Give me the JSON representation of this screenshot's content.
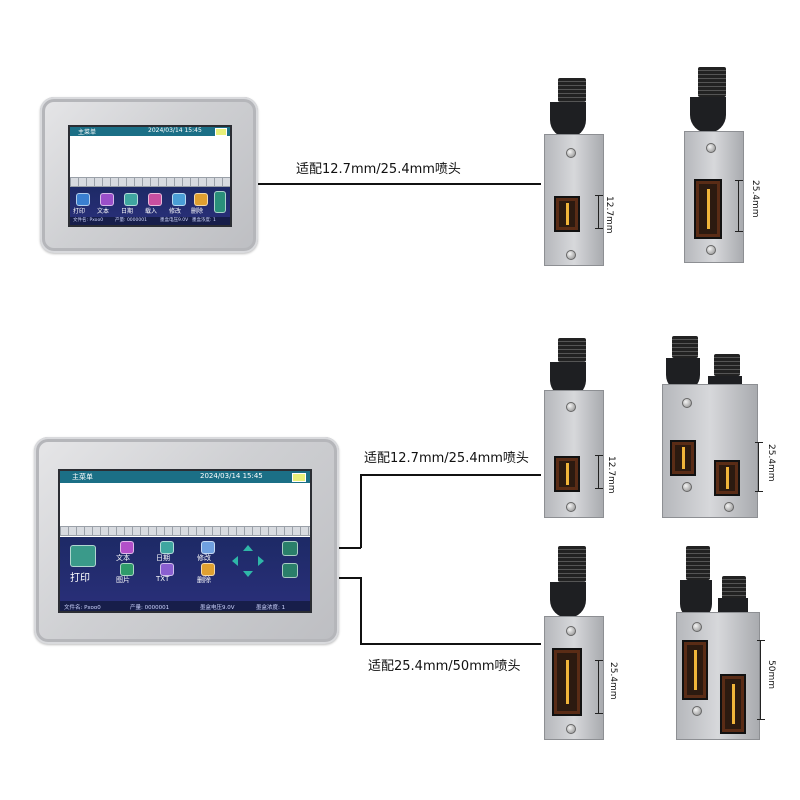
{
  "captions": {
    "top": "适配12.7mm/25.4mm喷头",
    "middle": "适配12.7mm/25.4mm喷头",
    "bottom": "适配25.4mm/50mm喷头"
  },
  "small_device": {
    "menu_title": "主菜单",
    "datetime": "2024/03/14  15:45",
    "buttons": [
      "打印",
      "文本",
      "日期",
      "载入",
      "修改",
      "删除"
    ],
    "status": {
      "file": "文件名: Pxoo0",
      "count": "产量: 0000001",
      "voltage": "墨盒电压9.0V",
      "density": "墨盒浓度: 1"
    }
  },
  "large_device": {
    "menu_title": "主菜单",
    "datetime": "2024/03/14  15:45",
    "print_label": "打印",
    "buttons": [
      "文本",
      "日期",
      "修改",
      "图片",
      "TXT",
      "删除"
    ],
    "status": {
      "file": "文件名: Pxoo0",
      "count": "产量: 0000001",
      "voltage": "墨盒电压9.0V",
      "density": "墨盒浓度: 1"
    }
  },
  "dimensions": {
    "d1": "12.7mm",
    "d2": "25.4mm",
    "d3": "12.7mm",
    "d4": "25.4mm",
    "d5": "25.4mm",
    "d6": "50mm"
  }
}
